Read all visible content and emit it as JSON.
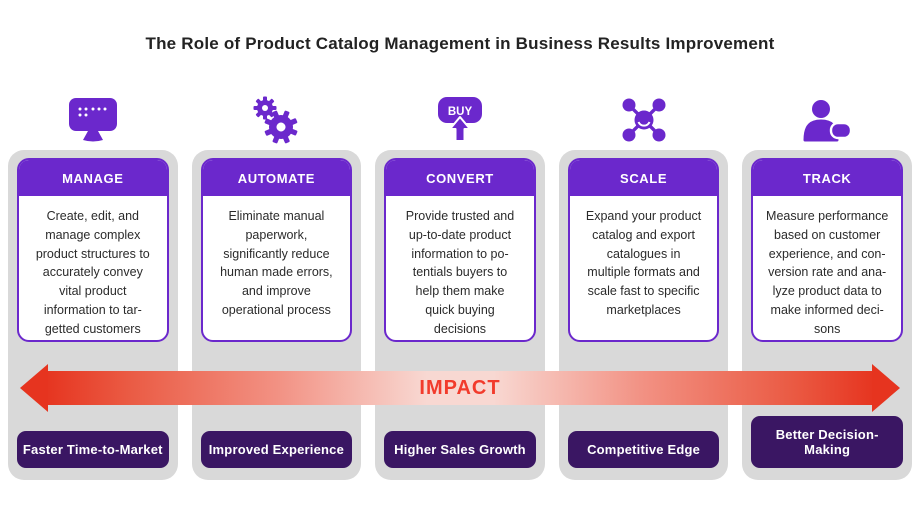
{
  "title": "The Role of Product Catalog Management in Business Results Improvement",
  "impact": {
    "label": "IMPACT"
  },
  "colors": {
    "purple": "#6b28cc",
    "dark_purple_badge": "#3a1663",
    "column_gray": "#d9d9d9",
    "arrow_red": "#e6341f",
    "arrow_pale": "#f8d8d2",
    "impact_text_red": "#f23b2c",
    "title_text": "#232323"
  },
  "buy_icon_label": "BUY",
  "columns": [
    {
      "icon": "monitor-icon",
      "header": "MANAGE",
      "body": "Create, edit, and\nmanage complex\nproduct structures to\naccurately convey\nvital product\ninformation to tar-\ngetted customers",
      "badge": "Faster Time-to-Market"
    },
    {
      "icon": "gears-icon",
      "header": "AUTOMATE",
      "body": "Eliminate manual\npaperwork,\nsignificantly reduce\nhuman made errors,\nand improve\noperational process",
      "badge": "Improved Experience"
    },
    {
      "icon": "buy-button-icon",
      "header": "CONVERT",
      "body": "Provide trusted and\nup-to-date product\ninformation to po-\ntentials buyers to\nhelp them make\nquick buying\ndecisions",
      "badge": "Higher Sales Growth"
    },
    {
      "icon": "network-icon",
      "header": "SCALE",
      "body": "Expand your product\ncatalog and export\ncatalogues in\nmultiple formats and\nscale fast to specific\nmarketplaces",
      "badge": "Competitive Edge"
    },
    {
      "icon": "person-icon",
      "header": "TRACK",
      "body": "Measure performance\nbased on customer\nexperience, and con-\nversion rate and ana-\nlyze product data to\nmake informed deci-\nsons",
      "badge": "Better Decision-Making"
    }
  ]
}
